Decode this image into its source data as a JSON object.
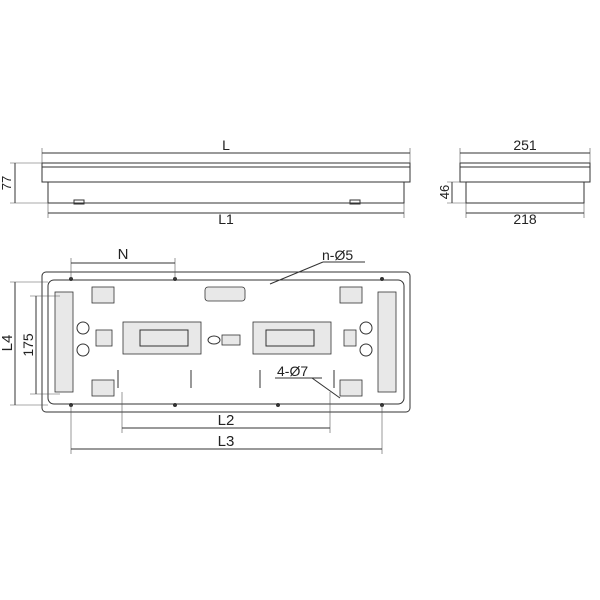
{
  "front_view": {
    "length_label": "L",
    "height_label": "77",
    "inner_length_label": "L1"
  },
  "side_view": {
    "width_label": "251",
    "height_label": "46",
    "inner_width_label": "218"
  },
  "plan_view": {
    "spacing_label": "N",
    "hole_label": "n-Ø5",
    "mount_hole_label": "4-Ø7",
    "outer_height_label": "L4",
    "inner_height_label": "175",
    "inner_spacing_label": "L2",
    "outer_spacing_label": "L3"
  }
}
